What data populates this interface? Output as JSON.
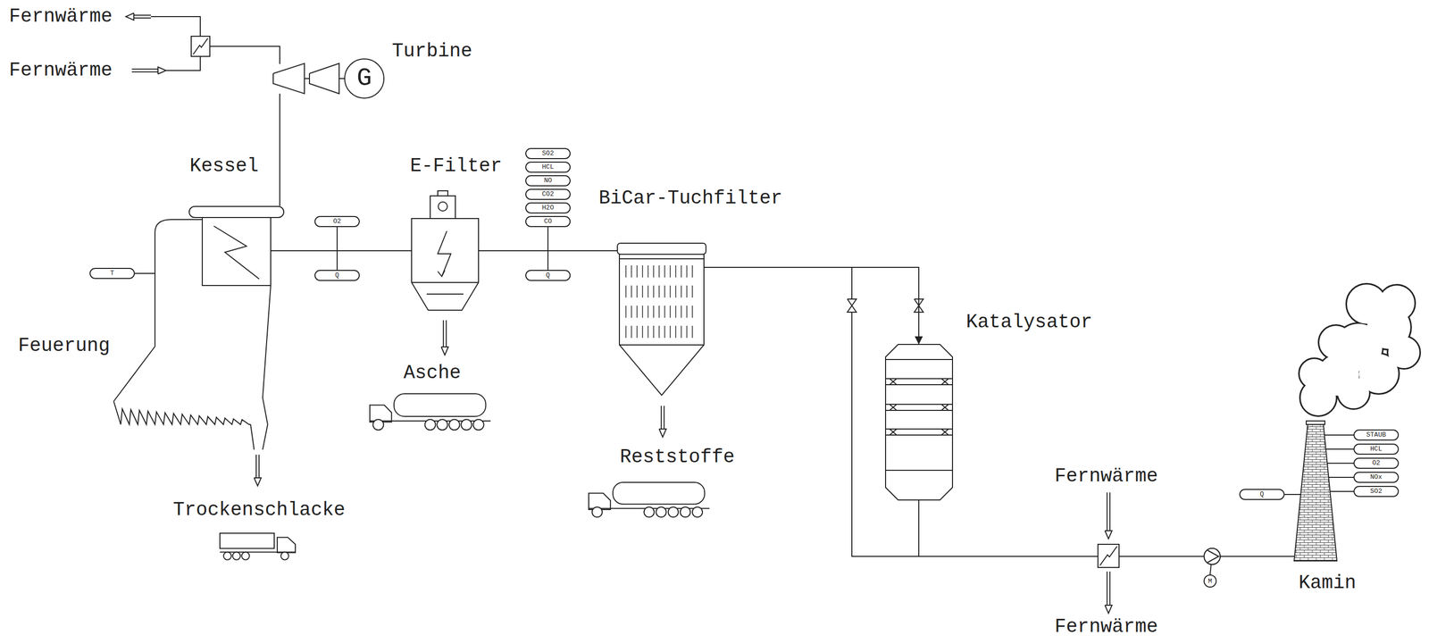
{
  "diagram": {
    "nodes": [
      {
        "text": [
          "Turbine"
        ]
      },
      {
        "text": [
          "G"
        ]
      },
      {
        "text": [
          "Kessel"
        ]
      },
      {
        "text": [
          "T"
        ]
      },
      {
        "text": [
          "O2"
        ]
      },
      {
        "text": [
          "Q"
        ]
      },
      {
        "text": [
          "E-Filter"
        ]
      },
      {
        "text": [
          "SO2"
        ]
      },
      {
        "text": [
          "HCL"
        ]
      },
      {
        "text": [
          "NO"
        ]
      },
      {
        "text": [
          "CO2"
        ]
      },
      {
        "text": [
          "H2O"
        ]
      },
      {
        "text": [
          "CO"
        ]
      },
      {
        "text": [
          "Q"
        ]
      },
      {
        "text": [
          "BiCar-Tuchfilter"
        ]
      },
      {
        "text": [
          "Katalysator"
        ]
      },
      {
        "text": [
          "M"
        ]
      },
      {
        "text": [
          "Q"
        ]
      },
      {
        "text": [
          "Kamin"
        ]
      },
      {
        "text": [
          "STAUB"
        ]
      },
      {
        "text": [
          "HCL"
        ]
      },
      {
        "text": [
          "O2"
        ]
      },
      {
        "text": [
          "NOx"
        ]
      },
      {
        "text": [
          "SO2"
        ]
      }
    ],
    "edges": [
      {
        "from": 0,
        "to": 1,
        "arrow": "none"
      },
      {
        "from": 2,
        "to": 0,
        "arrow": "none"
      },
      {
        "from": 2,
        "to": 6,
        "arrow": "none"
      },
      {
        "from": 6,
        "to": 14,
        "arrow": "none"
      },
      {
        "from": 14,
        "to": 15,
        "arrow": "to"
      },
      {
        "from": 15,
        "to": 18,
        "arrow": "none"
      },
      {
        "from": 17,
        "to": 18,
        "arrow": "none"
      },
      {
        "from": 19,
        "to": 18,
        "arrow": "none"
      },
      {
        "from": 20,
        "to": 18,
        "arrow": "none"
      },
      {
        "from": 21,
        "to": 18,
        "arrow": "none"
      },
      {
        "from": 22,
        "to": 18,
        "arrow": "none"
      },
      {
        "from": 23,
        "to": 18,
        "arrow": "none"
      }
    ],
    "labels": [
      "Fernwärme",
      "Fernwärme",
      "Feuerung",
      "Asche",
      "Trockenschlacke",
      "Reststoffe",
      "Fernwärme",
      "Fernwärme"
    ]
  }
}
